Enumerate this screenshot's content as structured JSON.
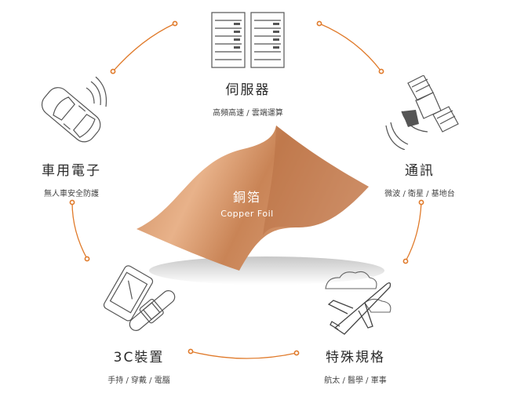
{
  "center": {
    "title_zh": "銅箔",
    "title_en": "Copper Foil"
  },
  "nodes": {
    "server": {
      "title": "伺服器",
      "subtitle": "高頻高速 / 雲端運算",
      "icon": "server-rack-icon"
    },
    "telecom": {
      "title": "通訊",
      "subtitle": "微波 / 衛星 / 基地台",
      "icon": "satellite-icon"
    },
    "special": {
      "title": "特殊規格",
      "subtitle": "航太 / 醫學 / 軍事",
      "icon": "airplane-icon"
    },
    "devices": {
      "title": "3C裝置",
      "subtitle": "手持 / 穿戴 / 電腦",
      "icon": "phone-watch-icon"
    },
    "auto": {
      "title": "車用電子",
      "subtitle": "無人車安全防護",
      "icon": "car-icon"
    }
  },
  "colors": {
    "accent": "#e07a2a",
    "foil_light": "#e3a77a",
    "foil_dark": "#b8693f",
    "line_art": "#555555"
  }
}
